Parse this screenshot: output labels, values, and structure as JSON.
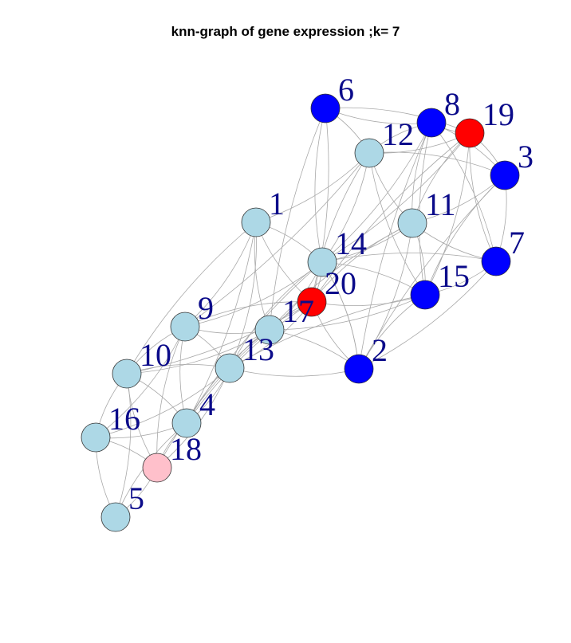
{
  "title": "knn-graph of gene expression ;k= 7",
  "colors": {
    "lightblue": "#add8e6",
    "blue": "#0000ff",
    "red": "#ff0000",
    "pink": "#ffc0cb",
    "label": "#0b0b8a",
    "edge": "#a8a8a8"
  },
  "nodes": [
    {
      "id": "1",
      "color": "lightblue"
    },
    {
      "id": "2",
      "color": "blue"
    },
    {
      "id": "3",
      "color": "blue"
    },
    {
      "id": "4",
      "color": "lightblue"
    },
    {
      "id": "5",
      "color": "lightblue"
    },
    {
      "id": "6",
      "color": "blue"
    },
    {
      "id": "7",
      "color": "blue"
    },
    {
      "id": "8",
      "color": "blue"
    },
    {
      "id": "9",
      "color": "lightblue"
    },
    {
      "id": "10",
      "color": "lightblue"
    },
    {
      "id": "11",
      "color": "lightblue"
    },
    {
      "id": "12",
      "color": "lightblue"
    },
    {
      "id": "13",
      "color": "lightblue"
    },
    {
      "id": "14",
      "color": "lightblue"
    },
    {
      "id": "15",
      "color": "blue"
    },
    {
      "id": "16",
      "color": "lightblue"
    },
    {
      "id": "17",
      "color": "lightblue"
    },
    {
      "id": "18",
      "color": "pink"
    },
    {
      "id": "19",
      "color": "red"
    },
    {
      "id": "20",
      "color": "red"
    }
  ],
  "edges": [
    [
      "6",
      "12"
    ],
    [
      "6",
      "8"
    ],
    [
      "6",
      "19"
    ],
    [
      "6",
      "14"
    ],
    [
      "6",
      "20"
    ],
    [
      "6",
      "17"
    ],
    [
      "12",
      "8"
    ],
    [
      "12",
      "19"
    ],
    [
      "12",
      "3"
    ],
    [
      "12",
      "11"
    ],
    [
      "12",
      "14"
    ],
    [
      "12",
      "15"
    ],
    [
      "12",
      "1"
    ],
    [
      "12",
      "20"
    ],
    [
      "12",
      "9"
    ],
    [
      "8",
      "19"
    ],
    [
      "8",
      "3"
    ],
    [
      "8",
      "11"
    ],
    [
      "8",
      "7"
    ],
    [
      "8",
      "15"
    ],
    [
      "8",
      "14"
    ],
    [
      "8",
      "2"
    ],
    [
      "19",
      "3"
    ],
    [
      "19",
      "7"
    ],
    [
      "19",
      "15"
    ],
    [
      "19",
      "11"
    ],
    [
      "19",
      "14"
    ],
    [
      "19",
      "20"
    ],
    [
      "3",
      "7"
    ],
    [
      "3",
      "15"
    ],
    [
      "3",
      "11"
    ],
    [
      "3",
      "2"
    ],
    [
      "11",
      "15"
    ],
    [
      "11",
      "7"
    ],
    [
      "11",
      "14"
    ],
    [
      "11",
      "20"
    ],
    [
      "11",
      "2"
    ],
    [
      "11",
      "17"
    ],
    [
      "7",
      "15"
    ],
    [
      "7",
      "14"
    ],
    [
      "7",
      "2"
    ],
    [
      "15",
      "2"
    ],
    [
      "15",
      "20"
    ],
    [
      "15",
      "14"
    ],
    [
      "15",
      "17"
    ],
    [
      "15",
      "13"
    ],
    [
      "14",
      "20"
    ],
    [
      "14",
      "1"
    ],
    [
      "14",
      "17"
    ],
    [
      "14",
      "13"
    ],
    [
      "14",
      "9"
    ],
    [
      "14",
      "4"
    ],
    [
      "14",
      "2"
    ],
    [
      "20",
      "17"
    ],
    [
      "20",
      "1"
    ],
    [
      "20",
      "9"
    ],
    [
      "20",
      "13"
    ],
    [
      "20",
      "2"
    ],
    [
      "20",
      "10"
    ],
    [
      "20",
      "4"
    ],
    [
      "1",
      "9"
    ],
    [
      "1",
      "17"
    ],
    [
      "1",
      "13"
    ],
    [
      "1",
      "10"
    ],
    [
      "1",
      "4"
    ],
    [
      "17",
      "13"
    ],
    [
      "17",
      "9"
    ],
    [
      "17",
      "4"
    ],
    [
      "17",
      "2"
    ],
    [
      "17",
      "18"
    ],
    [
      "17",
      "10"
    ],
    [
      "9",
      "10"
    ],
    [
      "9",
      "13"
    ],
    [
      "9",
      "4"
    ],
    [
      "9",
      "16"
    ],
    [
      "9",
      "18"
    ],
    [
      "13",
      "4"
    ],
    [
      "13",
      "10"
    ],
    [
      "13",
      "18"
    ],
    [
      "13",
      "2"
    ],
    [
      "13",
      "16"
    ],
    [
      "10",
      "16"
    ],
    [
      "10",
      "4"
    ],
    [
      "10",
      "18"
    ],
    [
      "10",
      "5"
    ],
    [
      "4",
      "18"
    ],
    [
      "4",
      "16"
    ],
    [
      "4",
      "5"
    ],
    [
      "16",
      "18"
    ],
    [
      "16",
      "5"
    ],
    [
      "18",
      "5"
    ],
    [
      "2",
      "14"
    ]
  ]
}
